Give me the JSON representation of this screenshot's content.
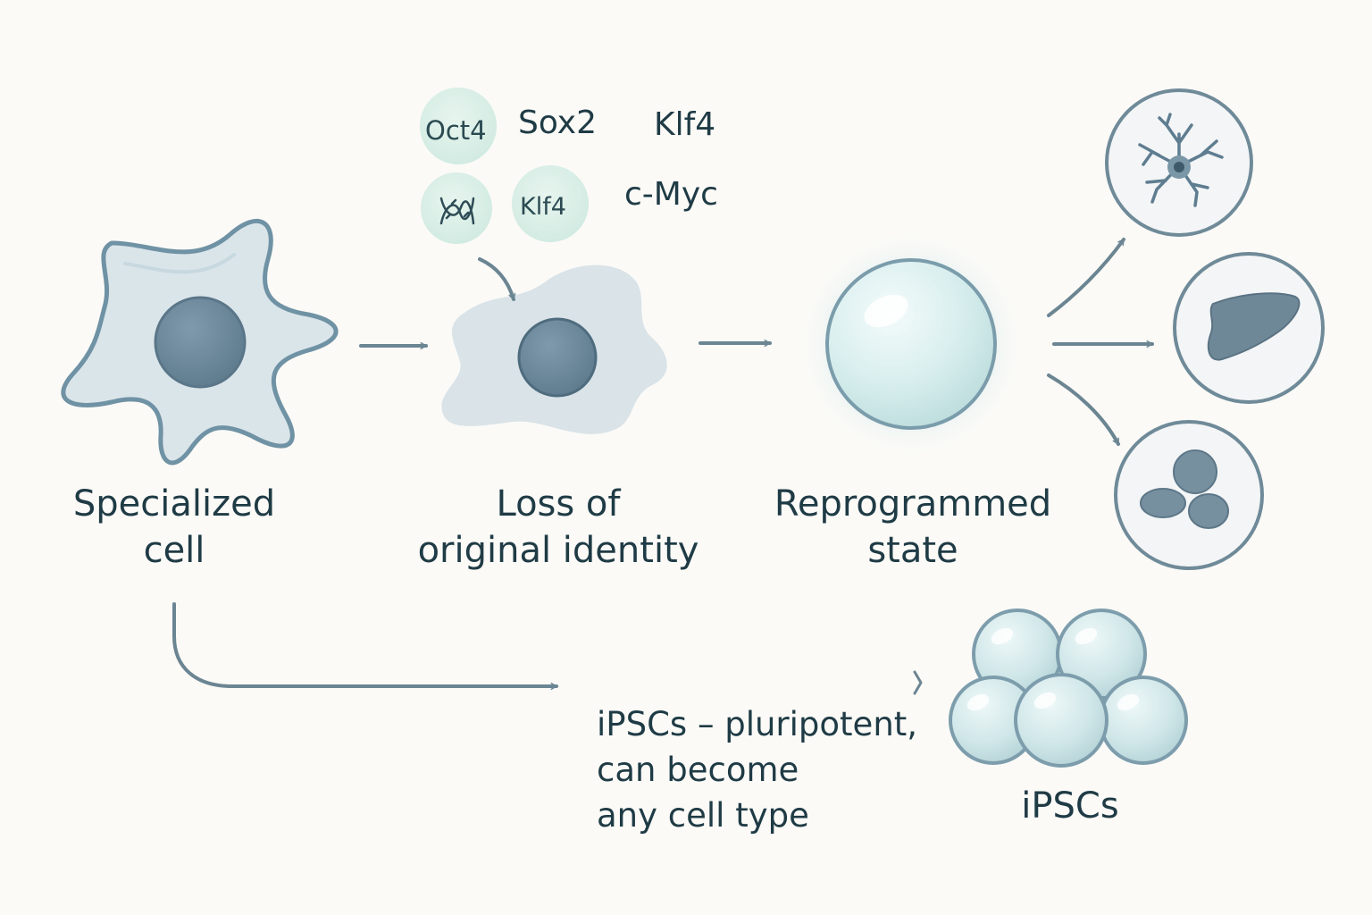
{
  "stages": {
    "specialized": {
      "line1": "Specialized",
      "line2": "cell"
    },
    "loss": {
      "line1": "Loss of",
      "line2": "original identity"
    },
    "reprogrammed": {
      "line1": "Reprogrammed",
      "line2": "state"
    }
  },
  "factors": {
    "oct4": "Oct4",
    "sox2": "Sox2",
    "klf4_top": "Klf4",
    "klf4_bubble": "Klf4",
    "cmyc": "c-Myc"
  },
  "ipsc": {
    "description": [
      "iPSCs – pluripotent,",
      "can become",
      "any cell type"
    ],
    "label": "iPSCs"
  },
  "colors": {
    "background": "#fbfaf7",
    "cell_outline": "#6f92a4",
    "cell_fill": "#dce7ec",
    "nucleus": "#6d8a9c",
    "factor_bubble": "#dcefe8",
    "stem_cell_fill": "#e3f2f2",
    "text": "#1f3b45",
    "arrow": "#6b8592"
  },
  "icons": {
    "specialized_cell": "star-shaped-cell-icon",
    "loss_cell": "amorphous-cell-icon",
    "reprogrammed_cell": "glowing-round-cell-icon",
    "neuron": "neuron-icon",
    "liver": "liver-icon",
    "blood": "blood-cells-icon",
    "dna": "dna-icon",
    "ipsc_cluster": "stem-cell-cluster-icon"
  }
}
